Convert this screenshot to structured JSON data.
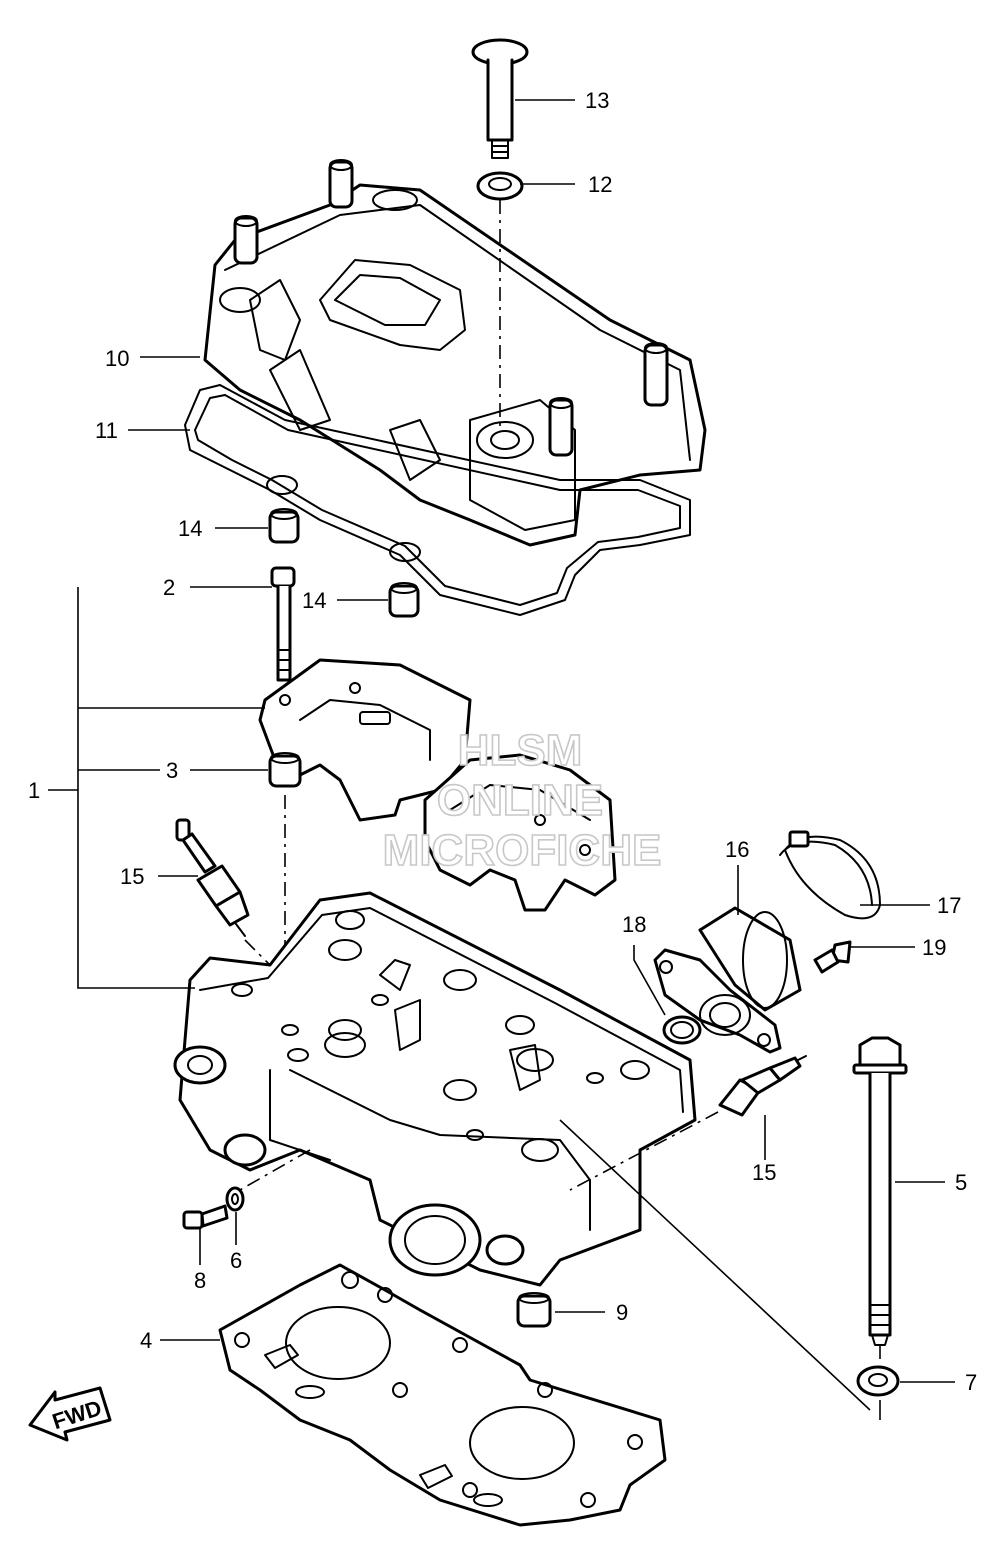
{
  "callouts": {
    "c1": "1",
    "c2": "2",
    "c3": "3",
    "c4": "4",
    "c5": "5",
    "c6": "6",
    "c7": "7",
    "c8": "8",
    "c9": "9",
    "c10": "10",
    "c11": "11",
    "c12": "12",
    "c13": "13",
    "c14a": "14",
    "c14b": "14",
    "c15a": "15",
    "c15b": "15",
    "c16": "16",
    "c17": "17",
    "c18": "18",
    "c19": "19"
  },
  "direction_badge": {
    "label": "FWD"
  },
  "watermark": {
    "line1": "HLSM",
    "line2": "ONLINE",
    "line3": "MICROFICHE"
  }
}
